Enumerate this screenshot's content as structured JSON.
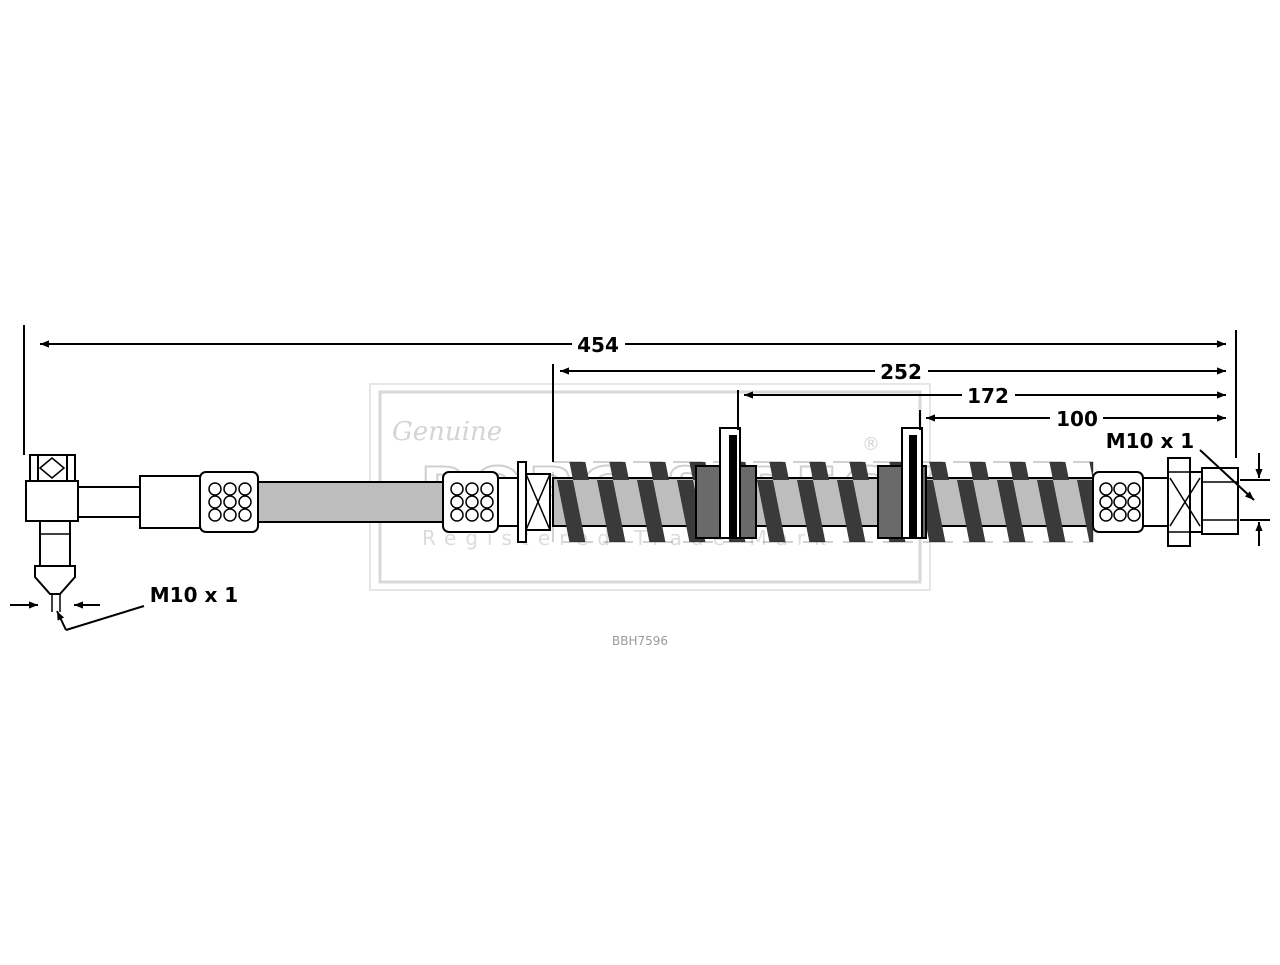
{
  "part_code": "BBH7596",
  "dimensions": {
    "overall": "454",
    "d252": "252",
    "d172": "172",
    "d100": "100"
  },
  "thread_left": "M10 x 1",
  "thread_right": "M10 x 1",
  "watermark": {
    "brand": "BORG & BECK",
    "registered_mark": "®",
    "tagline": "Registered Trade Mark",
    "script": "Genuine"
  },
  "colors": {
    "line": "#000000",
    "spring_fill": "#3a3a3a",
    "hose_fill": "#bdbdbd",
    "watermark": "#d0d0d0"
  }
}
